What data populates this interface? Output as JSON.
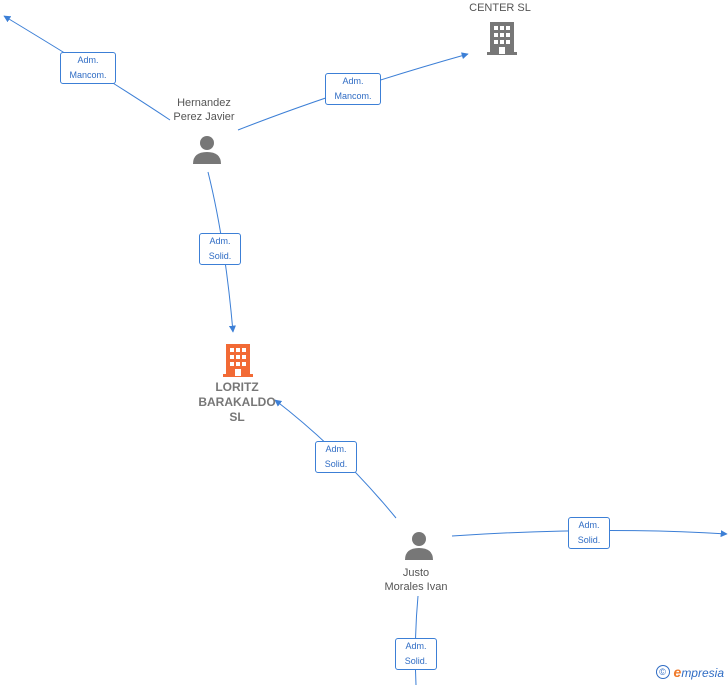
{
  "nodes": {
    "center_sl": {
      "label": "CENTER  SL"
    },
    "hernandez": {
      "line1": "Hernandez",
      "line2": "Perez Javier"
    },
    "loritz": {
      "line1": "LORITZ",
      "line2": "BARAKALDO",
      "line3": "SL"
    },
    "justo": {
      "line1": "Justo",
      "line2": "Morales Ivan"
    }
  },
  "edges": {
    "e1": {
      "line1": "Adm.",
      "line2": "Mancom."
    },
    "e2": {
      "line1": "Adm.",
      "line2": "Mancom."
    },
    "e3": {
      "line1": "Adm.",
      "line2": "Solid."
    },
    "e4": {
      "line1": "Adm.",
      "line2": "Solid."
    },
    "e5": {
      "line1": "Adm.",
      "line2": "Solid."
    },
    "e6": {
      "line1": "Adm.",
      "line2": "Solid."
    }
  },
  "brand": {
    "copyright": "©",
    "initial": "e",
    "name": "mpresia"
  },
  "colors": {
    "edge": "#3c7fd6",
    "company_main": "#f26a35",
    "company": "#777777",
    "person": "#777777"
  }
}
